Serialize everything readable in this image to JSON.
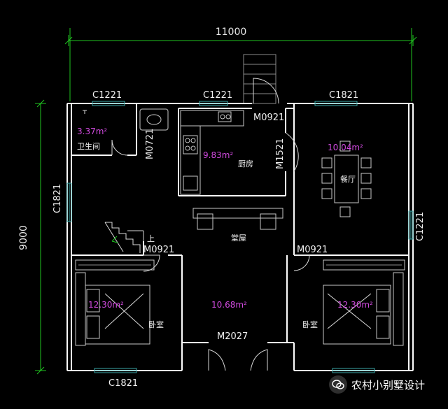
{
  "dimensions": {
    "width": "11000",
    "height": "9000"
  },
  "windows": {
    "bath_top": "C1221",
    "kitchen_top": "C1221",
    "dining_top": "C1821",
    "west": "C1821",
    "east": "C1221",
    "bottom": "C1821"
  },
  "doors": {
    "kitchen": "M0921",
    "bath": "M0721",
    "dining": "M1521",
    "bed_left": "M0921",
    "bed_right": "M0921",
    "main": "M2027"
  },
  "rooms": {
    "bathroom": {
      "name": "卫生间",
      "area": "3.37m²"
    },
    "kitchen": {
      "name": "厨房",
      "area": "9.83m²"
    },
    "dining": {
      "name": "餐厅",
      "area": "10.04m²"
    },
    "hall": {
      "name": "堂屋",
      "area": "10.68m²"
    },
    "bedroom_left": {
      "name": "卧室",
      "area": "12.30m²"
    },
    "bedroom_right": {
      "name": "卧室",
      "area": "12.30m²"
    }
  },
  "stair_label": "上",
  "watermark": {
    "icon": "wechat-icon",
    "text": "农村小别墅设计"
  }
}
